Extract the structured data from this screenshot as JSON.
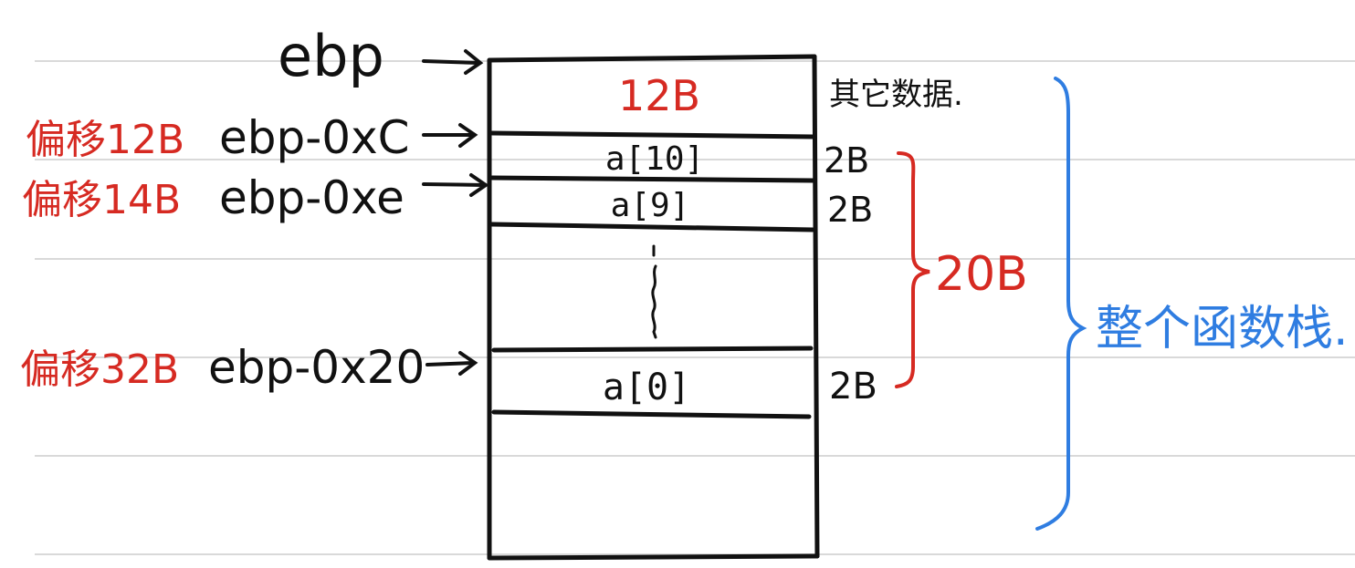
{
  "stack": {
    "top_label": "ebp",
    "cells": {
      "header": "12B",
      "a10": "a[10]",
      "a9": "a[9]",
      "a0": "a[0]"
    },
    "right_note": "其它数据.",
    "sizes": {
      "a10": "2B",
      "a9": "2B",
      "a0": "2B"
    }
  },
  "pointers": [
    {
      "offset": "偏移12B",
      "address": "ebp-0xC"
    },
    {
      "offset": "偏移14B",
      "address": "ebp-0xe"
    },
    {
      "offset": "偏移32B",
      "address": "ebp-0x20"
    }
  ],
  "brace_labels": {
    "array_total": "20B",
    "whole_frame": "整个函数栈."
  },
  "colors": {
    "red": "#d62a22",
    "blue": "#2f7de1",
    "ink": "#111111",
    "ruled_line": "#d9d9d9"
  }
}
